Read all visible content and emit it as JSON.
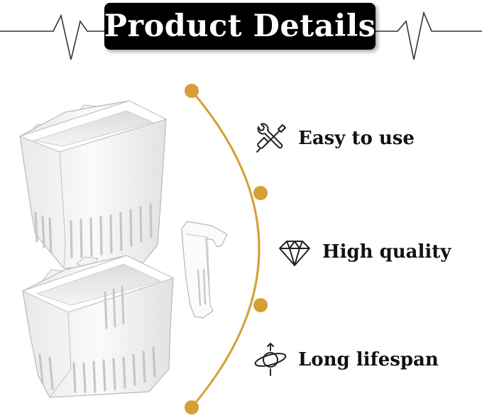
{
  "header": {
    "title": "Product Details"
  },
  "colors": {
    "accent": "#d4a035",
    "title_background": "#000000",
    "title_text": "#ffffff"
  },
  "features": [
    {
      "label": "Easy to use",
      "icon": "tools-icon"
    },
    {
      "label": "High quality",
      "icon": "diamond-icon"
    },
    {
      "label": "Long lifespan",
      "icon": "orbit-icon"
    }
  ]
}
